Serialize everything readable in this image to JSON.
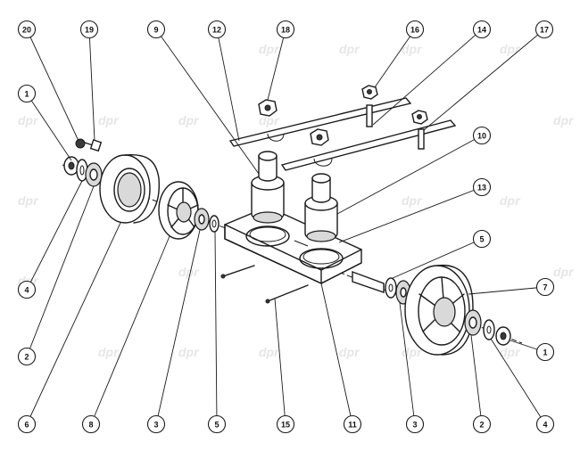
{
  "diagram": {
    "watermark": "dpr",
    "callouts": [
      {
        "id": "c20",
        "label": "20"
      },
      {
        "id": "c19",
        "label": "19"
      },
      {
        "id": "c1a",
        "label": "1"
      },
      {
        "id": "c9",
        "label": "9"
      },
      {
        "id": "c12",
        "label": "12"
      },
      {
        "id": "c18",
        "label": "18"
      },
      {
        "id": "c16",
        "label": "16"
      },
      {
        "id": "c14",
        "label": "14"
      },
      {
        "id": "c17",
        "label": "17"
      },
      {
        "id": "c10",
        "label": "10"
      },
      {
        "id": "c13",
        "label": "13"
      },
      {
        "id": "c5a",
        "label": "5"
      },
      {
        "id": "c7",
        "label": "7"
      },
      {
        "id": "c1b",
        "label": "1"
      },
      {
        "id": "c4a",
        "label": "4"
      },
      {
        "id": "c2a",
        "label": "2"
      },
      {
        "id": "c6",
        "label": "6"
      },
      {
        "id": "c8",
        "label": "8"
      },
      {
        "id": "c3a",
        "label": "3"
      },
      {
        "id": "c5b",
        "label": "5"
      },
      {
        "id": "c15",
        "label": "15"
      },
      {
        "id": "c11",
        "label": "11"
      },
      {
        "id": "c3b",
        "label": "3"
      },
      {
        "id": "c2b",
        "label": "2"
      },
      {
        "id": "c4b",
        "label": "4"
      }
    ]
  }
}
